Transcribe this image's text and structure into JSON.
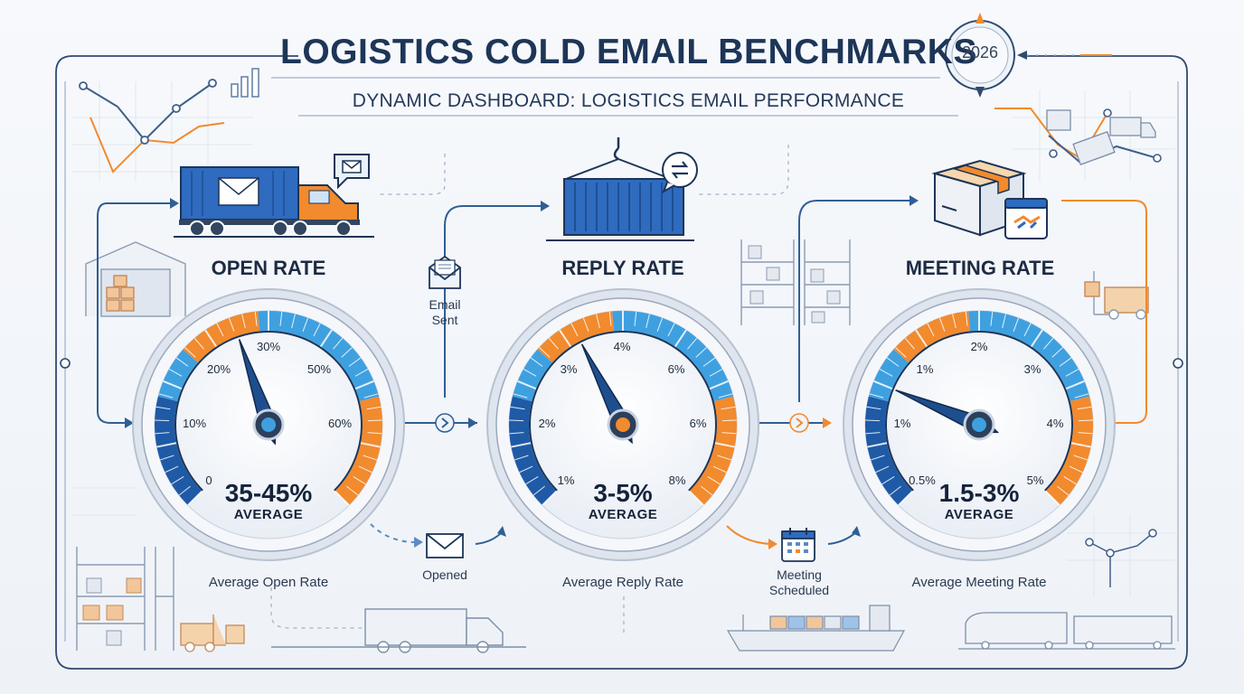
{
  "header": {
    "title": "LOGISTICS COLD EMAIL BENCHMARKS",
    "year": "2026",
    "subtitle": "DYNAMIC DASHBOARD: LOGISTICS EMAIL PERFORMANCE"
  },
  "colors": {
    "navy": "#1d3557",
    "blue": "#1f5aa6",
    "light_blue": "#3fa0e0",
    "orange": "#f28a2e",
    "grey_line": "#c7d1de"
  },
  "gauges": [
    {
      "label": "OPEN RATE",
      "value_text": "35-45%",
      "average_label": "AVERAGE",
      "caption": "Average Open Rate",
      "ticks": [
        "0",
        "10%",
        "20%",
        "30%",
        "50%",
        "60%"
      ],
      "needle_fraction": 0.43,
      "icon": "truck-email-icon"
    },
    {
      "label": "REPLY RATE",
      "value_text": "3-5%",
      "average_label": "AVERAGE",
      "caption": "Average Reply Rate",
      "ticks": [
        "1%",
        "2%",
        "3%",
        "4%",
        "6%",
        "6%",
        "8%"
      ],
      "needle_fraction": 0.4,
      "icon": "container-reply-icon"
    },
    {
      "label": "MEETING RATE",
      "value_text": "1.5-3%",
      "average_label": "AVERAGE",
      "caption": "Average Meeting Rate",
      "ticks": [
        "0.5%",
        "1%",
        "1%",
        "2%",
        "3%",
        "4%",
        "5%"
      ],
      "needle_fraction": 0.25,
      "icon": "box-meeting-icon"
    }
  ],
  "flow_steps": [
    {
      "label_line1": "Email",
      "label_line2": "Sent",
      "icon": "envelope-icon"
    },
    {
      "label_line1": "Opened",
      "label_line2": "",
      "icon": "envelope-icon"
    },
    {
      "label_line1": "Meeting",
      "label_line2": "Scheduled",
      "icon": "calendar-icon"
    }
  ]
}
